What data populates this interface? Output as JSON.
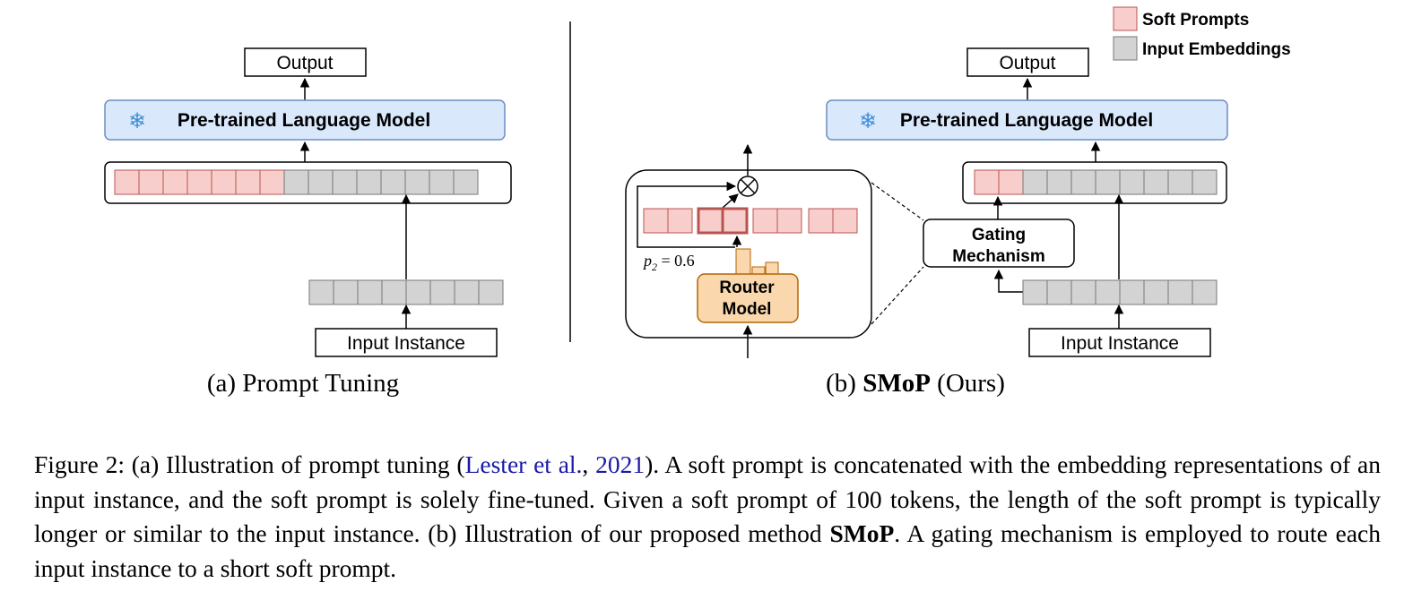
{
  "figure": {
    "legend": {
      "soft_prompts": "Soft Prompts",
      "input_embeddings": "Input Embeddings"
    },
    "panel_a": {
      "output_label": "Output",
      "plm_label": "Pre-trained Language Model",
      "input_label": "Input Instance",
      "subcaption": "(a) Prompt Tuning"
    },
    "panel_b": {
      "output_label": "Output",
      "plm_label": "Pre-trained Language Model",
      "input_label": "Input Instance",
      "gating_line1": "Gating",
      "gating_line2": "Mechanism",
      "router_line1": "Router",
      "router_line2": "Model",
      "prob_var": "p",
      "prob_sub": "2",
      "prob_value": " = 0.6",
      "subcaption_prefix": "(b) ",
      "subcaption_bold": "SMoP",
      "subcaption_suffix": " (Ours)"
    },
    "colors": {
      "soft_prompt": "#f8cecc",
      "soft_prompt_border": "#b85450",
      "embedding": "#d3d3d3",
      "embedding_border": "#777777",
      "plm_fill": "#dae8fc",
      "plm_border": "#6c8ebf",
      "router_fill": "#fad7ac",
      "router_border": "#b46504",
      "snowflake": "#3d8fd6",
      "citation": "#1a1aa6"
    },
    "icons": {
      "frozen": "snowflake-icon",
      "multiply": "circled-times-icon"
    }
  },
  "caption": {
    "figure_label": "Figure 2:",
    "part1": " (a) Illustration of prompt tuning (",
    "cite_author": "Lester et al.",
    "cite_sep": ", ",
    "cite_year": "2021",
    "part2": "). A soft prompt is concatenated with the embedding representations of an input instance, and the soft prompt is solely fine-tuned. Given a soft prompt of 100 tokens, the length of the soft prompt is typically longer or similar to the input instance. (b) Illustration of our proposed method ",
    "method_bold": "SMoP",
    "part3": ". A gating mechanism is employed to route each input instance to a short soft prompt."
  }
}
